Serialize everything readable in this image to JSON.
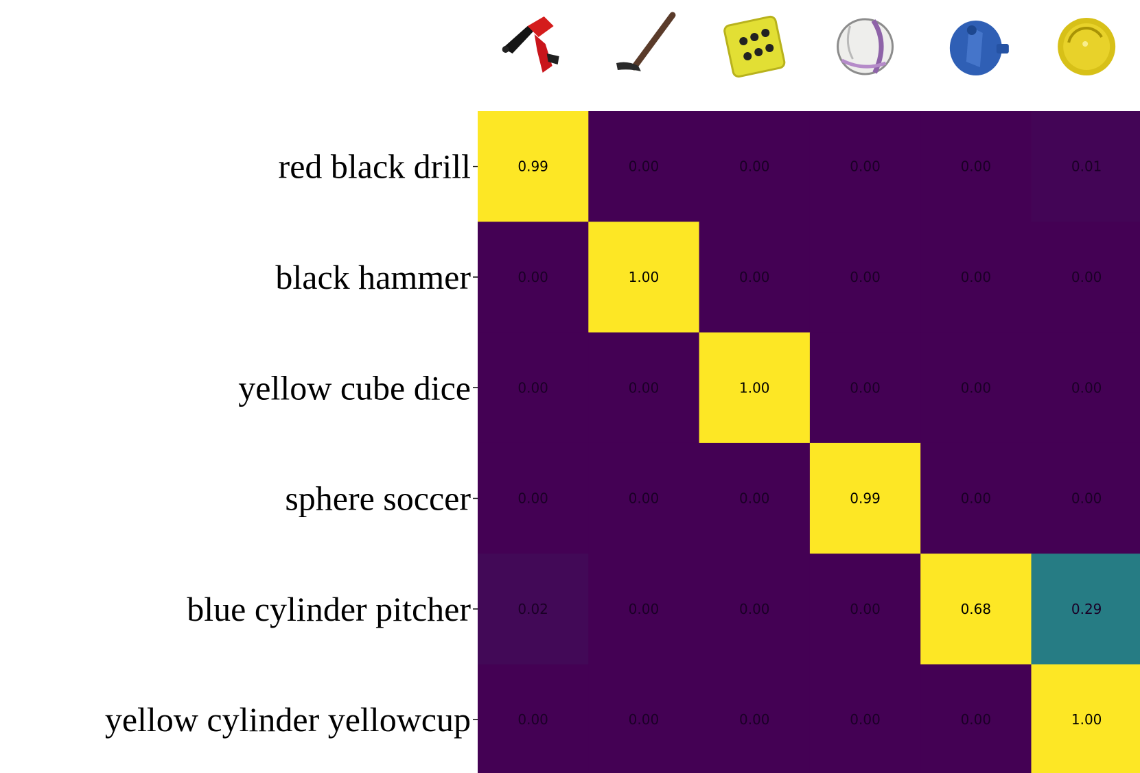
{
  "chart_data": {
    "type": "heatmap",
    "title": "",
    "xlabel": "",
    "ylabel": "",
    "rows": [
      "red black drill",
      "black hammer",
      "yellow cube dice",
      "sphere soccer",
      "blue cylinder pitcher",
      "yellow cylinder yellowcup"
    ],
    "columns": [
      "drill-icon",
      "hammer-icon",
      "dice-icon",
      "soccer-ball-icon",
      "pitcher-icon",
      "yellow-cup-icon"
    ],
    "values": [
      [
        0.99,
        0.0,
        0.0,
        0.0,
        0.0,
        0.01
      ],
      [
        0.0,
        1.0,
        0.0,
        0.0,
        0.0,
        0.0
      ],
      [
        0.0,
        0.0,
        1.0,
        0.0,
        0.0,
        0.0
      ],
      [
        0.0,
        0.0,
        0.0,
        0.99,
        0.0,
        0.0
      ],
      [
        0.02,
        0.0,
        0.0,
        0.0,
        0.68,
        0.29
      ],
      [
        0.0,
        0.0,
        0.0,
        0.0,
        0.0,
        1.0
      ]
    ],
    "value_labels": [
      [
        "0.99",
        "0.00",
        "0.00",
        "0.00",
        "0.00",
        "0.01"
      ],
      [
        "0.00",
        "1.00",
        "0.00",
        "0.00",
        "0.00",
        "0.00"
      ],
      [
        "0.00",
        "0.00",
        "1.00",
        "0.00",
        "0.00",
        "0.00"
      ],
      [
        "0.00",
        "0.00",
        "0.00",
        "0.99",
        "0.00",
        "0.00"
      ],
      [
        "0.02",
        "0.00",
        "0.00",
        "0.00",
        "0.68",
        "0.29"
      ],
      [
        "0.00",
        "0.00",
        "0.00",
        "0.00",
        "0.00",
        "1.00"
      ]
    ],
    "colormap": "viridis",
    "color_range": [
      0,
      0.68
    ],
    "colors": {
      "low": "#440154",
      "mid": "#21918c",
      "high": "#fde725"
    },
    "grid": false,
    "legend": "none"
  }
}
